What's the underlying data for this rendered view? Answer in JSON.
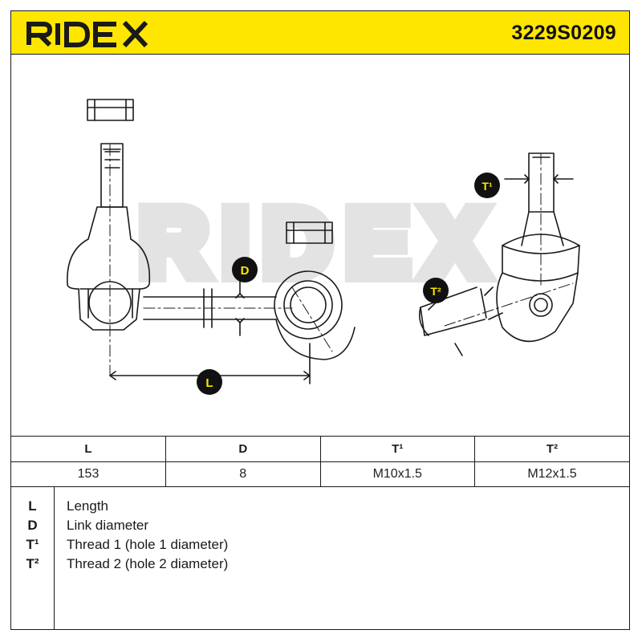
{
  "brand": {
    "logo_text": "RIDEX",
    "watermark_text": "RIDEX",
    "accent_color": "#ffe600",
    "ink_color": "#1a1a1a"
  },
  "part_number": "3229S0209",
  "diagram": {
    "callouts": {
      "D": "D",
      "L": "L",
      "T1": "T¹",
      "T2": "T²"
    }
  },
  "spec_table": {
    "headers": [
      "L",
      "D",
      "T¹",
      "T²"
    ],
    "values": [
      "153",
      "8",
      "M10x1.5",
      "M12x1.5"
    ]
  },
  "legend": [
    {
      "symbol": "L",
      "description": "Length"
    },
    {
      "symbol": "D",
      "description": "Link diameter"
    },
    {
      "symbol": "T¹",
      "description": "Thread 1 (hole 1 diameter)"
    },
    {
      "symbol": "T²",
      "description": "Thread 2 (hole 2 diameter)"
    }
  ]
}
